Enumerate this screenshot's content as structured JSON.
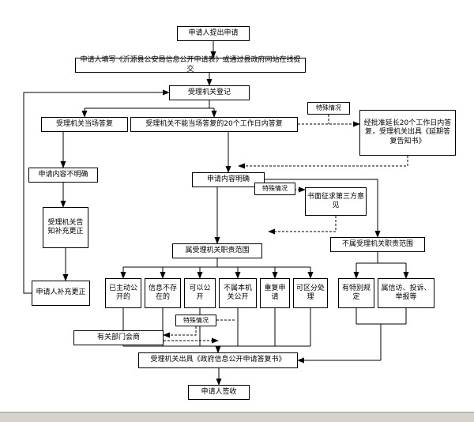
{
  "nodes": {
    "submit": "申请人提出申请",
    "fill_form": "申请人填写《沂源县公安局信息公开申请表》或通过县政府网站在线提交",
    "register": "受理机关登记",
    "onspot": "受理机关当场答复",
    "reply20": "受理机关不能当场答复的20个工作日内答复",
    "special": "特殊情况",
    "extension": "经批准延长20个工作日内答复，受理机关出具《延期答复告知书》",
    "unclear": "申请内容不明确",
    "clear": "申请内容明确",
    "third_party": "书面征求第三方意见",
    "notify_correct": "受理机关告知补充更正",
    "applicant_correct": "申请人补充更正",
    "in_scope": "属受理机关职责范围",
    "out_scope": "不属受理机关职责范围",
    "already_public": "已主动公开的",
    "not_exist": "信息不存在的",
    "can_public": "可以公开",
    "not_this_org": "不属本机关公开",
    "repeat": "重复申请",
    "separable": "可区分处理",
    "special_rule": "有特别规定",
    "petition": "属信访、投诉、举报等",
    "consult": "有关部门会商",
    "issue_reply": "受理机关出具《政府信息公开申请答复书》",
    "sign": "申请人签收"
  }
}
